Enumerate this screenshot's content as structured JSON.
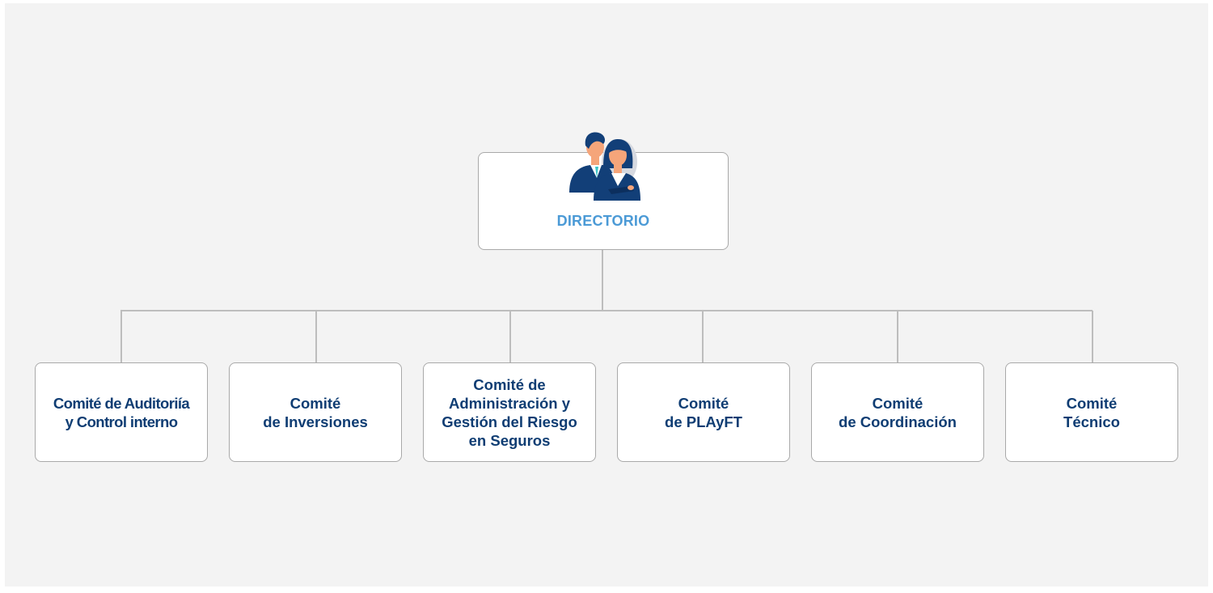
{
  "diagram": {
    "type": "org-chart",
    "root": {
      "label": "DIRECTORIO",
      "icon": "people-icon",
      "label_color": "#4b9ad6"
    },
    "children": [
      {
        "label": "Comité de Auditoriía\ny Control interno"
      },
      {
        "label": "Comité\nde Inversiones"
      },
      {
        "label": "Comité de\nAdministración y\nGestión del Riesgo\nen Seguros"
      },
      {
        "label": "Comité\nde PLAyFT"
      },
      {
        "label": "Comité\nde Coordinación"
      },
      {
        "label": "Comité\nTécnico"
      }
    ],
    "colors": {
      "background": "#f3f3f3",
      "box": "#ffffff",
      "connector": "#bdbdbd",
      "child_text": "#0f3d73",
      "icon_dark": "#123f78",
      "icon_skin": "#f5a57a",
      "icon_tie": "#3cc4c7"
    }
  }
}
